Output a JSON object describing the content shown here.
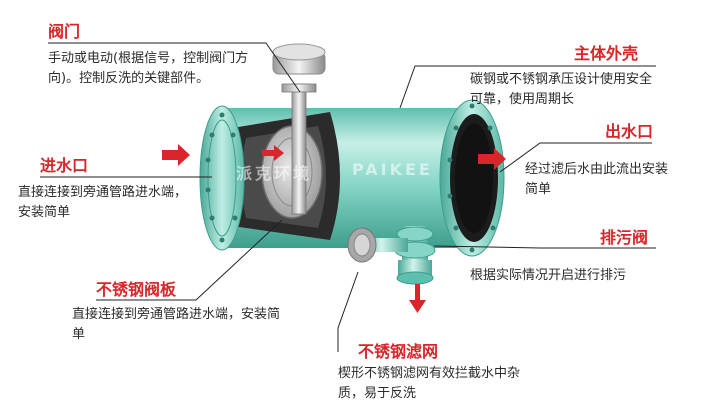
{
  "labels": {
    "valve": {
      "title": "阀门",
      "desc": "手动或电动(根据信号，控制阀门方向)。控制反洗的关键部件。"
    },
    "shell": {
      "title": "主体外壳",
      "desc": "碳钢或不锈钢承压设计使用安全可靠，使用周期长"
    },
    "outlet": {
      "title": "出水口",
      "desc": "经过滤后水由此流出安装简单"
    },
    "inlet": {
      "title": "进水口",
      "desc": "直接连接到旁通管路进水端，安装简单"
    },
    "drain": {
      "title": "排污阀",
      "desc": "根据实际情况开启进行排污"
    },
    "plate": {
      "title": "不锈钢阀板",
      "desc": "直接连接到旁通管路进水端，安装简单"
    },
    "screen": {
      "title": "不锈钢滤网",
      "desc": "楔形不锈钢滤网有效拦截水中杂质，易于反洗"
    }
  },
  "watermark": {
    "line1": "派克环境",
    "line2": "PAIKEE"
  },
  "colors": {
    "accent": "#d8262b",
    "body": "#7fd3c4",
    "body_dark": "#3e9e8c",
    "body_light": "#c6efe6",
    "interior": "#2b2b2b",
    "leader": "#222222"
  }
}
